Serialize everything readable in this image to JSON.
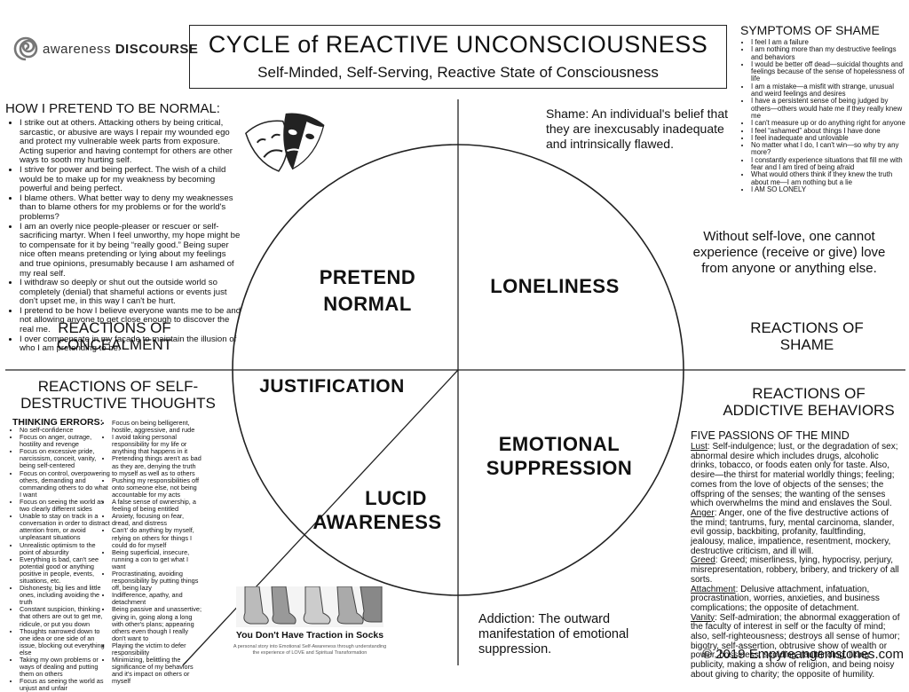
{
  "logo": {
    "word1": "awareness",
    "word2": "DISCOURSE"
  },
  "header": {
    "title": "CYCLE of REACTIVE UNCONSCIOUSNESS",
    "subtitle": "Self-Minded, Self-Serving, Reactive State of Consciousness"
  },
  "pretend_normal": {
    "heading": "HOW I PRETEND TO BE NORMAL:",
    "items": [
      "I strike out at others. Attacking others by being critical, sarcastic, or abusive are ways I repair my wounded ego and protect my vulnerable week parts from exposure. Acting superior and having contempt for others are other ways to sooth my hurting self.",
      "I strive for power and being perfect. The wish of a child would be to make up for my weakness by becoming powerful and being perfect.",
      "I blame others. What better way to deny my weaknesses than to blame others for my problems or for the world's problems?",
      "I am an overly nice people-pleaser or rescuer or self-sacrificing martyr. When I feel unworthy, my hope might be to compensate for it by being “really good.” Being super nice often means pretending or lying about my feelings and true opinions, presumably because I am ashamed of my real self.",
      "I withdraw so deeply or shut out the outside world so completely (denial) that shameful actions or events just don't upset me, in this way I can't be hurt.",
      "I pretend to be how I believe everyone wants me to be and not allowing anyone to get close enough to discover the real me.",
      "I over compensate in my façade to maintain the illusion of who I am pretending to be."
    ]
  },
  "symptoms": {
    "heading": "SYMPTOMS OF SHAME",
    "items": [
      "I feel I am a failure",
      "I am nothing more than my destructive feelings and behaviors",
      "I would be better off dead—suicidal thoughts and feelings because of the sense of hopelessness of life",
      "I am a mistake—a misfit with strange, unusual and weird feelings and desires",
      "I have a persistent sense of being judged by others—others would hate me if they really knew me",
      "I can't measure up or do anything right for anyone",
      "I feel “ashamed” about things I have done",
      "I feel inadequate and unlovable",
      "No matter what I do, I can't win—so why try any more?",
      "I constantly experience situations that fill me with fear and I am tired of being afraid",
      "What would others think if they knew the truth about me—I am nothing but a lie",
      "I AM SO LONELY"
    ]
  },
  "shame_def": "Shame:  An individual's belief that they are inexcusably inadequate and intrinsically flawed.",
  "self_love": "Without self-love, one cannot experience (receive or give) love from anyone or anything else.",
  "labels": {
    "concealment": "REACTIONS OF CONCEALMENT",
    "shame": "REACTIONS OF SHAME",
    "self_destructive": "REACTIONS OF SELF-DESTRUCTIVE THOUGHTS",
    "addictive": "REACTIONS OF ADDICTIVE BEHAVIORS"
  },
  "circle": {
    "pretend": "PRETEND",
    "normal": "NORMAL",
    "loneliness": "LONELINESS",
    "justification": "JUSTIFICATION",
    "emotional": "EMOTIONAL",
    "suppression": "SUPPRESSION",
    "lucid": "LUCID",
    "awareness": "AWARENESS"
  },
  "thinking_errors": {
    "heading": "THINKING ERRORS:",
    "col1": [
      "No self-confidence",
      "Focus on anger, outrage, hostility and revenge",
      "Focus on excessive pride, narcissism, conceit, vanity, being self-centered",
      "Focus on control, overpowering others, demanding and commanding others to do what I want",
      "Focus on seeing the world as two clearly different sides",
      "Unable to stay on track in a conversation in order to distract attention from, or avoid unpleasant situations",
      "Unrealistic optimism to the point of absurdity",
      "Everything is bad, can't see potential good or anything positive in people, events, situations, etc.",
      "Dishonesty, big lies and little ones, including avoiding the truth",
      "Constant suspicion, thinking that others are out to get me, ridicule, or put you down",
      "Thoughts narrowed down to one idea or one side of an issue, blocking out everything else",
      "Taking my own problems or ways of dealing and putting them on others",
      "Focus as seeing the world as unjust and unfair"
    ],
    "col2": [
      "Focus on being belligerent, hostile, aggressive, and rude",
      "I avoid taking personal responsibility for my life or anything that happens in it",
      "Pretending things aren't as bad as they are, denying the truth to myself as well as to others",
      "Pushing my responsibilities off onto someone else, not being accountable for my acts",
      "A false sense of ownership, a feeling of being entitled",
      "Anxiety, focusing on fear, dread, and distress",
      "Can't' do anything by myself, relying on others for things I could do for myself",
      "Being superficial, insecure, running a con to get what I want",
      "Procrastinating, avoiding responsibility by putting things off, being lazy",
      "Indifference, apathy, and detachment",
      "Being passive and unassertive; giving in, going along a long with other's plans; appearing others even though I really don't want to",
      "Playing the victim to defer responsibility",
      "Minimizing, belittling the significance of my behaviors and it's impact on others or myself"
    ]
  },
  "book": {
    "title": "You Don't Have Traction in Socks",
    "tagline": "A personal story into Emotional Self-Awareness through understanding the experience of LOVE and Spiritual Transformation"
  },
  "passions": {
    "heading": "FIVE PASSIONS OF THE MIND",
    "items": [
      {
        "term": "Lust",
        "text": ":  Self-indulgence; lust, or the degradation of sex; abnormal desire which includes drugs, alcoholic drinks, tobacco, or foods eaten only for taste. Also, desire—the thirst for material worldly things; feeling; comes from the love of objects of the senses; the offspring of the senses; the wanting of the senses which overwhelms the mind and enslaves the Soul."
      },
      {
        "term": "Anger",
        "text": ":  Anger, one of the five destructive actions of the mind; tantrums, fury, mental carcinoma, slander, evil gossip, backbiting, profanity, faultfinding, jealousy, malice, impatience, resentment, mockery, destructive criticism, and ill will."
      },
      {
        "term": "Greed",
        "text": ":  Greed; miserliness, lying, hypocrisy, perjury, misrepresentation, robbery, bribery, and trickery of all sorts."
      },
      {
        "term": "Attachment",
        "text": ": Delusive attachment, infatuation, procrastination, worries, anxieties, and business complications; the opposite of detachment."
      },
      {
        "term": "Vanity",
        "text": ":  Self-admiration; the abnormal exaggeration of the faculty of interest in self or the faculty of mind; also, self-righteousness; destroys all sense of humor; bigotry, self-assertion, obtrusive show of wealth or power, bossiness, scolding, faultfinding, liking publicity, making a show of religion, and being noisy about giving to charity; the opposite of humility."
      }
    ]
  },
  "addiction_def": "Addiction:  The outward manifestation of emotional suppression.",
  "copyright": "© 2019 Empyreangemstones.com"
}
